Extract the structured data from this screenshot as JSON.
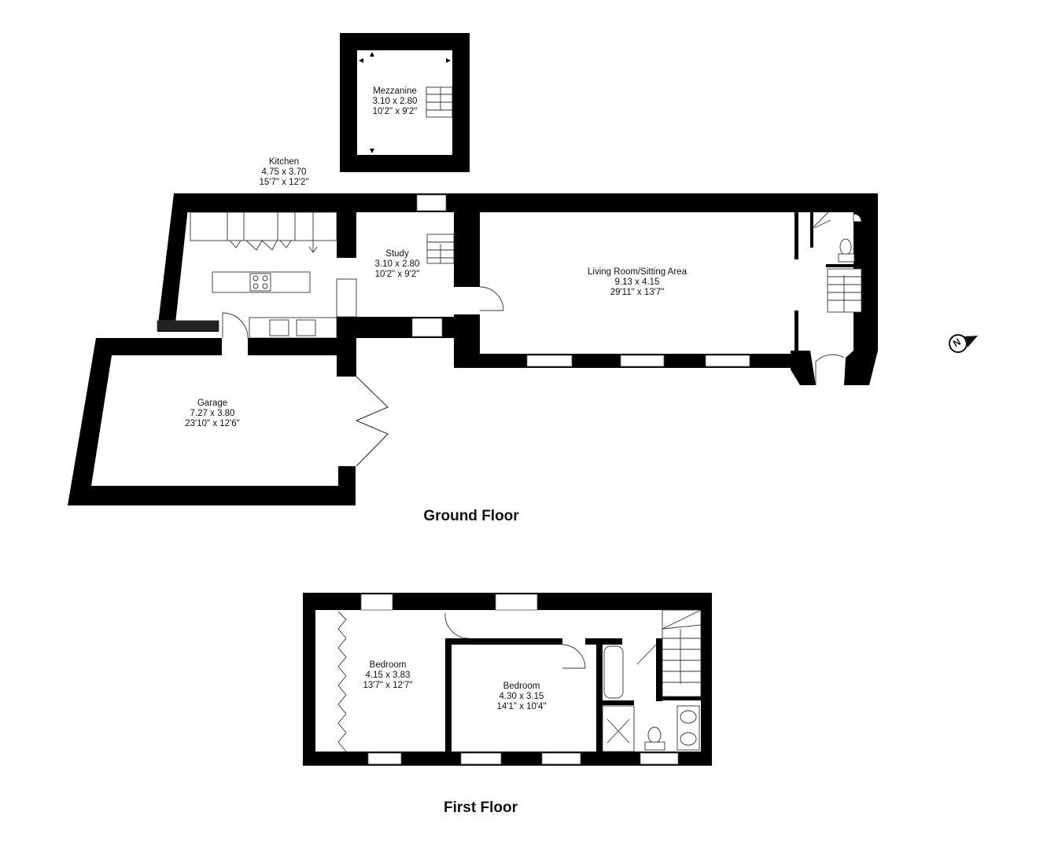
{
  "floors": [
    {
      "title": "Ground Floor",
      "rooms": [
        {
          "name": "Mezzanine",
          "metric": "3.10 x 2.80",
          "imperial": "10'2\" x 9'2\""
        },
        {
          "name": "Kitchen",
          "metric": "4.75 x 3.70",
          "imperial": "15'7\" x 12'2\""
        },
        {
          "name": "Study",
          "metric": "3.10 x 2.80",
          "imperial": "10'2\" x 9'2\""
        },
        {
          "name": "Living Room/Sitting Area",
          "metric": "9.13 x 4.15",
          "imperial": "29'11\" x 13'7\""
        },
        {
          "name": "Garage",
          "metric": "7.27 x 3.80",
          "imperial": "23'10\" x 12'6\""
        }
      ]
    },
    {
      "title": "First Floor",
      "rooms": [
        {
          "name": "Bedroom",
          "metric": "4.15 x 3.83",
          "imperial": "13'7\" x 12'7\""
        },
        {
          "name": "Bedroom",
          "metric": "4.30 x 3.15",
          "imperial": "14'1\" x 10'4\""
        }
      ]
    }
  ],
  "compass": {
    "icon": "north-compass-icon",
    "letter": "N"
  },
  "colors": {
    "wall": "#000000",
    "background": "#ffffff",
    "text": "#111111"
  }
}
